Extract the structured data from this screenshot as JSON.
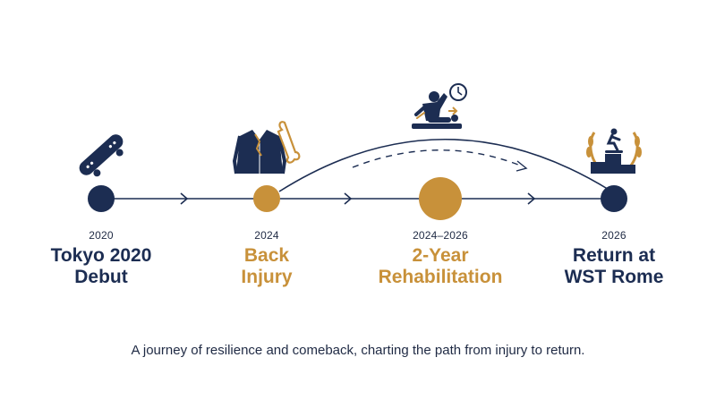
{
  "milestones": [
    {
      "year": "2020",
      "title_line1": "Tokyo 2020",
      "title_line2": "Debut",
      "icon": "skateboard-icon",
      "color": "#1c2d52"
    },
    {
      "year": "2024",
      "title_line1": "Back",
      "title_line2": "Injury",
      "icon": "back-injury-icon",
      "color": "#c8913a"
    },
    {
      "year": "2024–2026",
      "title_line1": "2-Year",
      "title_line2": "Rehabilitation",
      "icon": "rehabilitation-icon",
      "color": "#c8913a"
    },
    {
      "year": "2026",
      "title_line1": "Return at",
      "title_line2": "WST Rome",
      "icon": "podium-trophy-icon",
      "color": "#1c2d52"
    }
  ],
  "caption": "A journey of resilience and comeback, charting the path from injury to return.",
  "colors": {
    "navy": "#1c2d52",
    "gold": "#c8913a"
  }
}
